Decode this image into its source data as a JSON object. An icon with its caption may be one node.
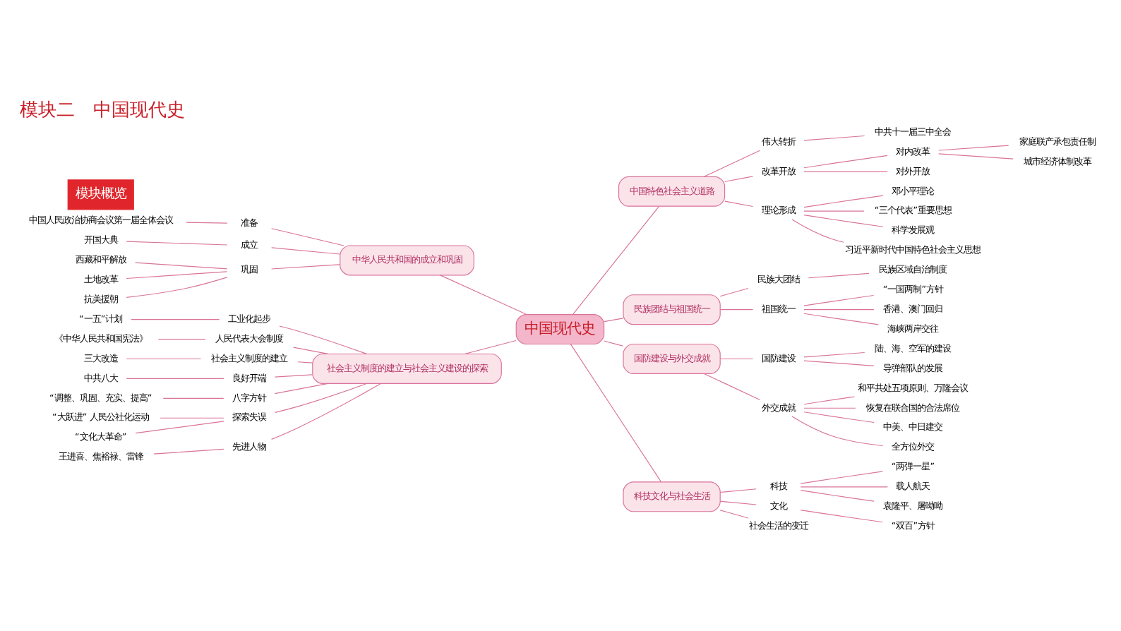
{
  "diagram": {
    "title": "模块二　中国现代史",
    "nodes": [
      {
        "text": [
          "中国现代史"
        ]
      },
      {
        "text": [
          "中华人民共和国的成立和巩固"
        ]
      },
      {
        "text": [
          "准备"
        ]
      },
      {
        "text": [
          "中国人民政治协商会议第一届全体会议"
        ]
      },
      {
        "text": [
          "成立"
        ]
      },
      {
        "text": [
          "开国大典"
        ]
      },
      {
        "text": [
          "巩固"
        ]
      },
      {
        "text": [
          "西藏和平解放"
        ]
      },
      {
        "text": [
          "土地改革"
        ]
      },
      {
        "text": [
          "抗美援朝"
        ]
      },
      {
        "text": [
          "社会主义制度的建立与社会主义建设的探索"
        ]
      },
      {
        "text": [
          "工业化起步"
        ]
      },
      {
        "text": [
          "“一五”计划"
        ]
      },
      {
        "text": [
          "人民代表大会制度"
        ]
      },
      {
        "text": [
          "《中华人民共和国宪法》"
        ]
      },
      {
        "text": [
          "社会主义制度的建立"
        ]
      },
      {
        "text": [
          "三大改造"
        ]
      },
      {
        "text": [
          "良好开端"
        ]
      },
      {
        "text": [
          "中共八大"
        ]
      },
      {
        "text": [
          "八字方针"
        ]
      },
      {
        "text": [
          "“调整、巩固、充实、提高”"
        ]
      },
      {
        "text": [
          "探索失误"
        ]
      },
      {
        "text": [
          "“大跃进” 人民公社化运动"
        ]
      },
      {
        "text": [
          "“文化大革命”"
        ]
      },
      {
        "text": [
          "先进人物"
        ]
      },
      {
        "text": [
          "王进喜、焦裕禄、雷锋"
        ]
      },
      {
        "text": [
          "中国特色社会主义道路"
        ]
      },
      {
        "text": [
          "伟大转折"
        ]
      },
      {
        "text": [
          "中共十一届三中全会"
        ]
      },
      {
        "text": [
          "改革开放"
        ]
      },
      {
        "text": [
          "对内改革"
        ]
      },
      {
        "text": [
          "家庭联产承包责任制"
        ]
      },
      {
        "text": [
          "城市经济体制改革"
        ]
      },
      {
        "text": [
          "对外开放"
        ]
      },
      {
        "text": [
          "理论形成"
        ]
      },
      {
        "text": [
          "邓小平理论"
        ]
      },
      {
        "text": [
          "“三个代表”重要思想"
        ]
      },
      {
        "text": [
          "科学发展观"
        ]
      },
      {
        "text": [
          "习近平新时代中国特色社会主义思想"
        ]
      },
      {
        "text": [
          "民族团结与祖国统一"
        ]
      },
      {
        "text": [
          "民族大团结"
        ]
      },
      {
        "text": [
          "民族区域自治制度"
        ]
      },
      {
        "text": [
          "祖国统一"
        ]
      },
      {
        "text": [
          "“一国两制”方针"
        ]
      },
      {
        "text": [
          "香港、澳门回归"
        ]
      },
      {
        "text": [
          "海峡两岸交往"
        ]
      },
      {
        "text": [
          "国防建设与外交成就"
        ]
      },
      {
        "text": [
          "国防建设"
        ]
      },
      {
        "text": [
          "陆、海、空军的建设"
        ]
      },
      {
        "text": [
          "导弹部队的发展"
        ]
      },
      {
        "text": [
          "外交成就"
        ]
      },
      {
        "text": [
          "和平共处五项原则、万隆会议"
        ]
      },
      {
        "text": [
          "恢复在联合国的合法席位"
        ]
      },
      {
        "text": [
          "中美、中日建交"
        ]
      },
      {
        "text": [
          "全方位外交"
        ]
      },
      {
        "text": [
          "科技文化与社会生活"
        ]
      },
      {
        "text": [
          "科技"
        ]
      },
      {
        "text": [
          "“两弹一星”"
        ]
      },
      {
        "text": [
          "载人航天"
        ]
      },
      {
        "text": [
          "袁隆平、屠呦呦"
        ]
      },
      {
        "text": [
          "文化"
        ]
      },
      {
        "text": [
          "“双百”方针"
        ]
      },
      {
        "text": [
          "社会生活的变迁"
        ]
      }
    ],
    "edges": [
      {
        "from": 0,
        "to": 1,
        "arrow": "none"
      },
      {
        "from": 1,
        "to": 2,
        "arrow": "none"
      },
      {
        "from": 2,
        "to": 3,
        "arrow": "none"
      },
      {
        "from": 1,
        "to": 4,
        "arrow": "none"
      },
      {
        "from": 4,
        "to": 5,
        "arrow": "none"
      },
      {
        "from": 1,
        "to": 6,
        "arrow": "none"
      },
      {
        "from": 6,
        "to": 7,
        "arrow": "none"
      },
      {
        "from": 6,
        "to": 8,
        "arrow": "none"
      },
      {
        "from": 6,
        "to": 9,
        "arrow": "none"
      },
      {
        "from": 0,
        "to": 10,
        "arrow": "none"
      },
      {
        "from": 10,
        "to": 11,
        "arrow": "none"
      },
      {
        "from": 11,
        "to": 12,
        "arrow": "none"
      },
      {
        "from": 10,
        "to": 13,
        "arrow": "none"
      },
      {
        "from": 13,
        "to": 14,
        "arrow": "none"
      },
      {
        "from": 10,
        "to": 15,
        "arrow": "none"
      },
      {
        "from": 15,
        "to": 16,
        "arrow": "none"
      },
      {
        "from": 10,
        "to": 17,
        "arrow": "none"
      },
      {
        "from": 17,
        "to": 18,
        "arrow": "none"
      },
      {
        "from": 10,
        "to": 19,
        "arrow": "none"
      },
      {
        "from": 19,
        "to": 20,
        "arrow": "none"
      },
      {
        "from": 10,
        "to": 21,
        "arrow": "none"
      },
      {
        "from": 21,
        "to": 22,
        "arrow": "none"
      },
      {
        "from": 21,
        "to": 23,
        "arrow": "none"
      },
      {
        "from": 10,
        "to": 24,
        "arrow": "none"
      },
      {
        "from": 24,
        "to": 25,
        "arrow": "none"
      },
      {
        "from": 0,
        "to": 26,
        "arrow": "none"
      },
      {
        "from": 26,
        "to": 27,
        "arrow": "none"
      },
      {
        "from": 27,
        "to": 28,
        "arrow": "none"
      },
      {
        "from": 26,
        "to": 29,
        "arrow": "none"
      },
      {
        "from": 29,
        "to": 30,
        "arrow": "none"
      },
      {
        "from": 30,
        "to": 31,
        "arrow": "none"
      },
      {
        "from": 30,
        "to": 32,
        "arrow": "none"
      },
      {
        "from": 29,
        "to": 33,
        "arrow": "none"
      },
      {
        "from": 26,
        "to": 34,
        "arrow": "none"
      },
      {
        "from": 34,
        "to": 35,
        "arrow": "none"
      },
      {
        "from": 34,
        "to": 36,
        "arrow": "none"
      },
      {
        "from": 34,
        "to": 37,
        "arrow": "none"
      },
      {
        "from": 34,
        "to": 38,
        "arrow": "none"
      },
      {
        "from": 0,
        "to": 39,
        "arrow": "none"
      },
      {
        "from": 39,
        "to": 40,
        "arrow": "none"
      },
      {
        "from": 40,
        "to": 41,
        "arrow": "none"
      },
      {
        "from": 39,
        "to": 42,
        "arrow": "none"
      },
      {
        "from": 42,
        "to": 43,
        "arrow": "none"
      },
      {
        "from": 42,
        "to": 44,
        "arrow": "none"
      },
      {
        "from": 42,
        "to": 45,
        "arrow": "none"
      },
      {
        "from": 0,
        "to": 46,
        "arrow": "none"
      },
      {
        "from": 46,
        "to": 47,
        "arrow": "none"
      },
      {
        "from": 47,
        "to": 48,
        "arrow": "none"
      },
      {
        "from": 47,
        "to": 49,
        "arrow": "none"
      },
      {
        "from": 46,
        "to": 50,
        "arrow": "none"
      },
      {
        "from": 50,
        "to": 51,
        "arrow": "none"
      },
      {
        "from": 50,
        "to": 52,
        "arrow": "none"
      },
      {
        "from": 50,
        "to": 53,
        "arrow": "none"
      },
      {
        "from": 50,
        "to": 54,
        "arrow": "none"
      },
      {
        "from": 0,
        "to": 55,
        "arrow": "none"
      },
      {
        "from": 55,
        "to": 56,
        "arrow": "none"
      },
      {
        "from": 56,
        "to": 57,
        "arrow": "none"
      },
      {
        "from": 56,
        "to": 58,
        "arrow": "none"
      },
      {
        "from": 56,
        "to": 59,
        "arrow": "none"
      },
      {
        "from": 55,
        "to": 60,
        "arrow": "none"
      },
      {
        "from": 60,
        "to": 61,
        "arrow": "none"
      },
      {
        "from": 55,
        "to": 62,
        "arrow": "none"
      }
    ],
    "labels": [
      "模块概览"
    ]
  }
}
